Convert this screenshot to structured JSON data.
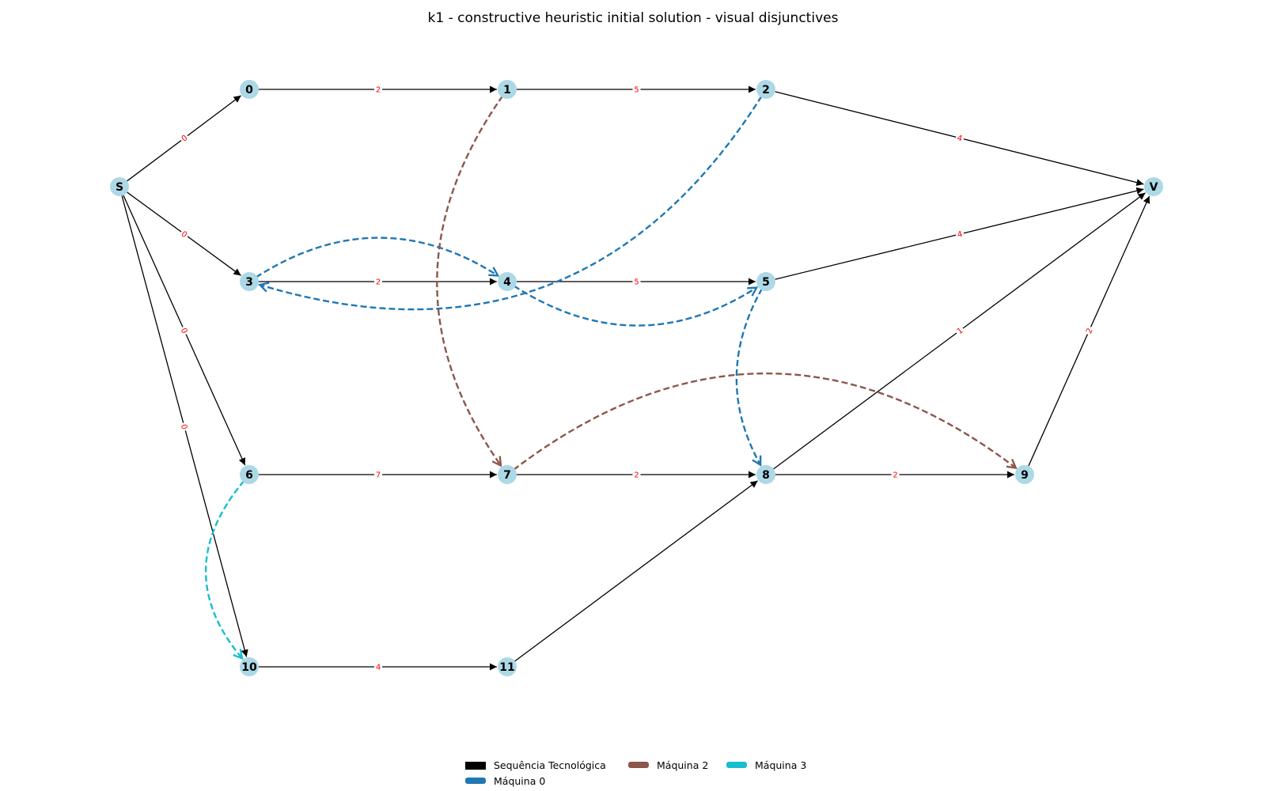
{
  "title": "k1 - constructive heuristic initial solution - visual disjunctives",
  "colors": {
    "node_fill": "#add8e6",
    "tech_edge": "#000000",
    "weight_label": "#ff0000",
    "maquina_0": "#1f77b4",
    "maquina_2": "#8c564b",
    "maquina_3": "#17becf"
  },
  "nodes": [
    {
      "id": "S",
      "label": "S"
    },
    {
      "id": "0",
      "label": "0"
    },
    {
      "id": "1",
      "label": "1"
    },
    {
      "id": "2",
      "label": "2"
    },
    {
      "id": "3",
      "label": "3"
    },
    {
      "id": "4",
      "label": "4"
    },
    {
      "id": "5",
      "label": "5"
    },
    {
      "id": "6",
      "label": "6"
    },
    {
      "id": "7",
      "label": "7"
    },
    {
      "id": "8",
      "label": "8"
    },
    {
      "id": "9",
      "label": "9"
    },
    {
      "id": "10",
      "label": "10"
    },
    {
      "id": "11",
      "label": "11"
    },
    {
      "id": "V",
      "label": "V"
    }
  ],
  "tech_edges": [
    {
      "from": "S",
      "to": "0",
      "weight": "0"
    },
    {
      "from": "S",
      "to": "3",
      "weight": "0"
    },
    {
      "from": "S",
      "to": "6",
      "weight": "0"
    },
    {
      "from": "S",
      "to": "10",
      "weight": "0"
    },
    {
      "from": "0",
      "to": "1",
      "weight": "2"
    },
    {
      "from": "1",
      "to": "2",
      "weight": "5"
    },
    {
      "from": "2",
      "to": "V",
      "weight": "4"
    },
    {
      "from": "3",
      "to": "4",
      "weight": "2"
    },
    {
      "from": "4",
      "to": "5",
      "weight": "5"
    },
    {
      "from": "5",
      "to": "V",
      "weight": "4"
    },
    {
      "from": "6",
      "to": "7",
      "weight": "7"
    },
    {
      "from": "7",
      "to": "8",
      "weight": "2"
    },
    {
      "from": "8",
      "to": "9",
      "weight": "2"
    },
    {
      "from": "8",
      "to": "V",
      "weight": "1"
    },
    {
      "from": "9",
      "to": "V",
      "weight": "2"
    },
    {
      "from": "10",
      "to": "11",
      "weight": "4"
    },
    {
      "from": "11",
      "to": "8",
      "weight": ""
    }
  ],
  "disjunctive_edges": [
    {
      "from": "2",
      "to": "3",
      "machine": "maquina_0"
    },
    {
      "from": "3",
      "to": "4",
      "machine": "maquina_0"
    },
    {
      "from": "4",
      "to": "5",
      "machine": "maquina_0"
    },
    {
      "from": "5",
      "to": "8",
      "machine": "maquina_0"
    },
    {
      "from": "1",
      "to": "7",
      "machine": "maquina_2"
    },
    {
      "from": "7",
      "to": "9",
      "machine": "maquina_2"
    },
    {
      "from": "6",
      "to": "10",
      "machine": "maquina_3"
    }
  ],
  "legend": [
    {
      "label": "Sequência Tecnológica",
      "color_key": "tech_edge",
      "style": "solid"
    },
    {
      "label": "Máquina 0",
      "color_key": "maquina_0",
      "style": "dashed"
    },
    {
      "label": "Máquina 2",
      "color_key": "maquina_2",
      "style": "dashed"
    },
    {
      "label": "Máquina 3",
      "color_key": "maquina_3",
      "style": "dashed"
    }
  ]
}
